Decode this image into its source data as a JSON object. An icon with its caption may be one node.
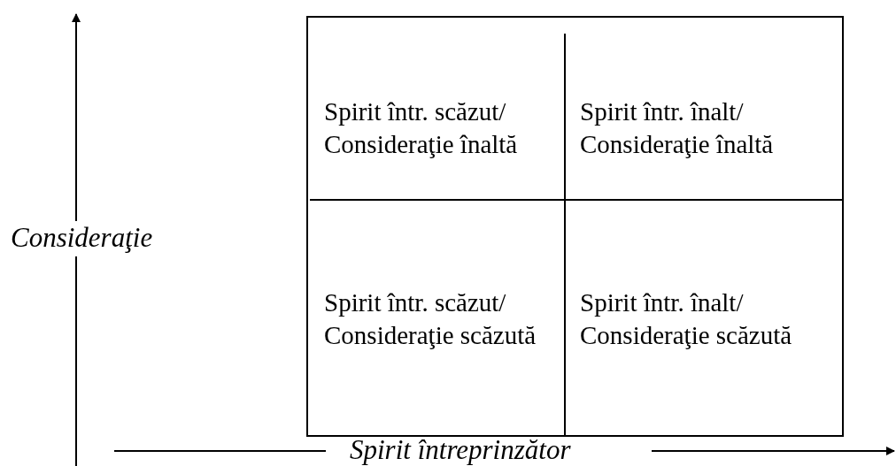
{
  "diagram": {
    "nodes": [
      {
        "text": [],
        "shape": "box"
      },
      {
        "text": [
          "Spirit într. scăzut/ Consideraţie înaltă"
        ],
        "in": 0
      },
      {
        "text": [
          "Spirit într. înalt/ Consideraţie înaltă"
        ],
        "in": 0
      },
      {
        "text": [
          "Spirit într. scăzut/ Consideraţie scăzută"
        ],
        "in": 0
      },
      {
        "text": [
          "Spirit într. înalt/ Consideraţie scăzută"
        ],
        "in": 0
      }
    ],
    "labels": [
      "Consideraţie",
      "Spirit întreprinzător"
    ]
  }
}
